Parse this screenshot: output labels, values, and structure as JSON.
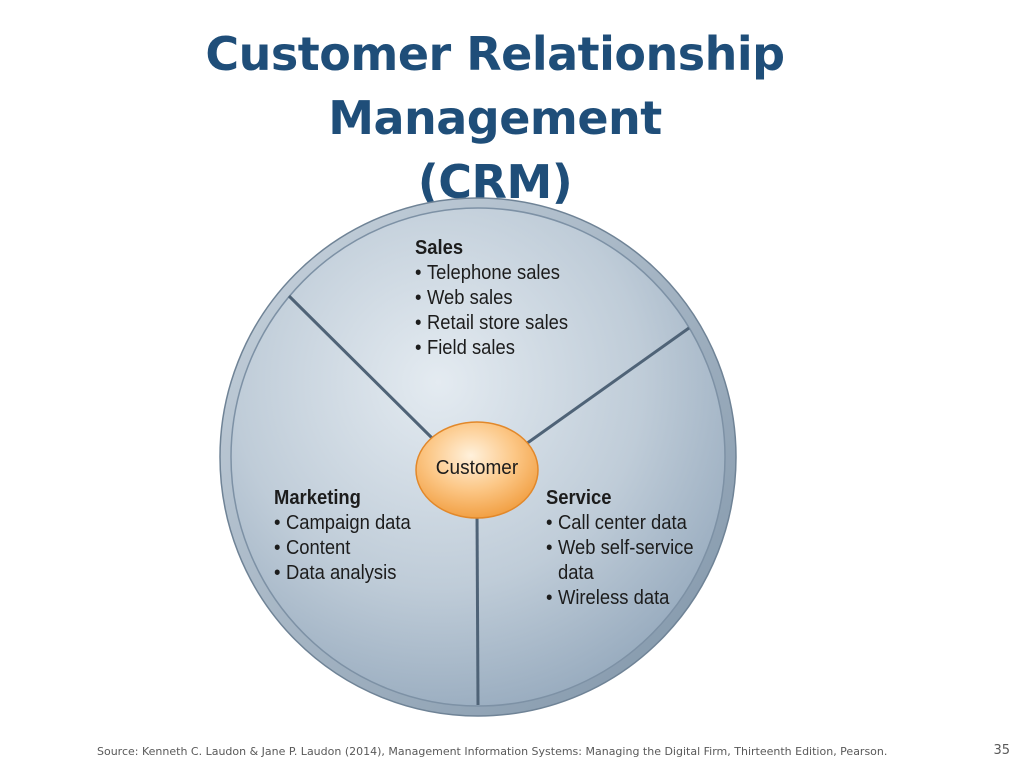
{
  "slide": {
    "title_line1": "Customer Relationship Management",
    "title_line2": "(CRM)",
    "source": "Source: Kenneth C. Laudon & Jane P. Laudon (2014), Management Information Systems: Managing the Digital Firm, Thirteenth Edition, Pearson.",
    "page_number": "35"
  },
  "diagram": {
    "hub": "Customer",
    "segments": {
      "sales": {
        "heading": "Sales",
        "items": [
          "Telephone sales",
          "Web sales",
          "Retail store sales",
          "Field sales"
        ]
      },
      "marketing": {
        "heading": "Marketing",
        "items": [
          "Campaign data",
          "Content",
          "Data analysis"
        ]
      },
      "service": {
        "heading": "Service",
        "items": [
          "Call center data",
          "Web self-service data",
          "Wireless data"
        ]
      }
    },
    "colors": {
      "title": "#1f4e79",
      "wheel_light": "#d3dde6",
      "wheel_dark": "#8ea3b8",
      "divider": "#4f6377",
      "hub_light": "#fde2b8",
      "hub_dark": "#f4a84f"
    }
  }
}
